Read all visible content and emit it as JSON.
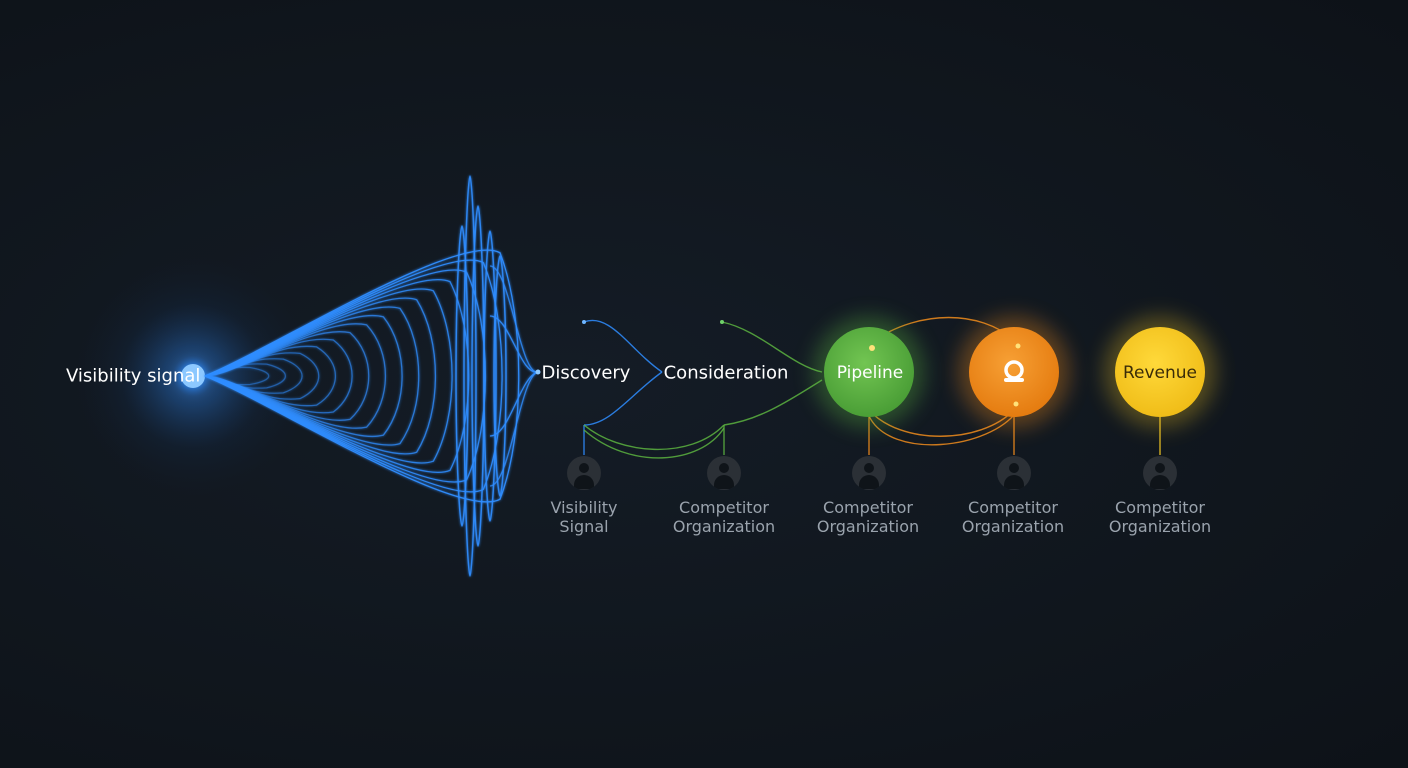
{
  "stages": [
    {
      "id": "visibility",
      "label": "Visibility signal",
      "color": "#2f8dff"
    },
    {
      "id": "discovery",
      "label": "Discovery"
    },
    {
      "id": "consideration",
      "label": "Consideration"
    },
    {
      "id": "pipeline",
      "label": "Pipeline",
      "color": "#5cb340"
    },
    {
      "id": "orange",
      "label": "",
      "color": "#f08c1c",
      "icon": "ring-icon"
    },
    {
      "id": "revenue",
      "label": "Revenue",
      "color": "#f5c824"
    }
  ],
  "entities": [
    {
      "line1": "Visibility",
      "line2": "Signal",
      "icon": "person-icon"
    },
    {
      "line1": "Competitor",
      "line2": "Organization",
      "icon": "person-icon"
    },
    {
      "line1": "Competitor",
      "line2": "Organization",
      "icon": "person-icon"
    },
    {
      "line1": "Competitor",
      "line2": "Organization",
      "icon": "person-icon"
    },
    {
      "line1": "Competitor",
      "line2": "Organization",
      "icon": "person-icon"
    }
  ],
  "colors": {
    "blue": "#2f8dff",
    "green": "#5cb340",
    "orange": "#f08c1c",
    "yellow": "#f5c824",
    "background": "#111820"
  }
}
